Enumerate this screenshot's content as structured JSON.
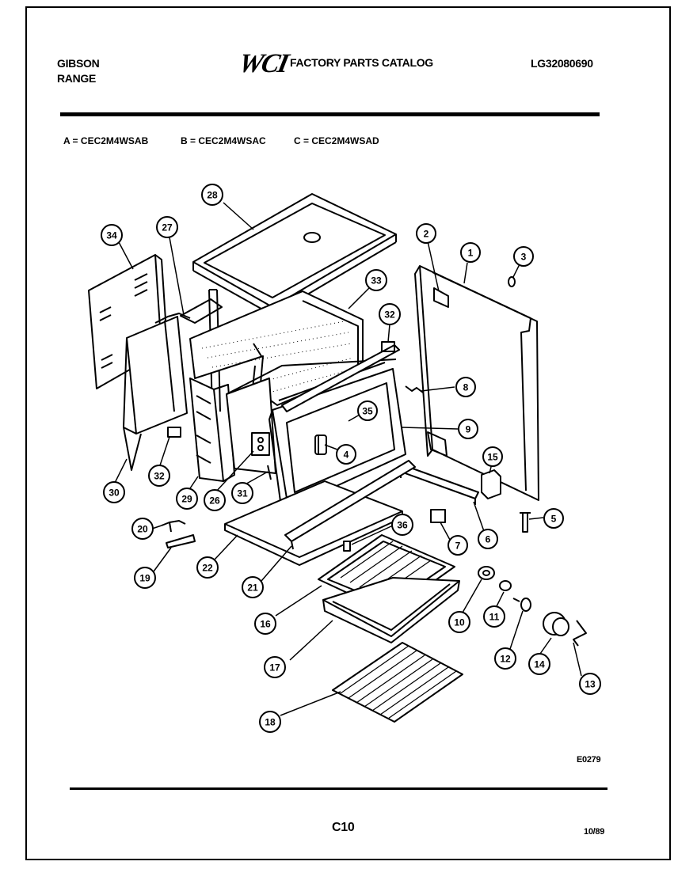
{
  "header": {
    "brand_line1": "GIBSON",
    "brand_line2": "RANGE",
    "logo": "WCI",
    "title": "FACTORY PARTS CATALOG",
    "catalog_code": "LG32080690"
  },
  "models": [
    {
      "label": "A = CEC2M4WSAB"
    },
    {
      "label": "B = CEC2M4WSAC"
    },
    {
      "label": "C = CEC2M4WSAD"
    }
  ],
  "callouts": [
    {
      "number": "28"
    },
    {
      "number": "34"
    },
    {
      "number": "27"
    },
    {
      "number": "33"
    },
    {
      "number": "32"
    },
    {
      "number": "2"
    },
    {
      "number": "1"
    },
    {
      "number": "3"
    },
    {
      "number": "8"
    },
    {
      "number": "35"
    },
    {
      "number": "9"
    },
    {
      "number": "4"
    },
    {
      "number": "15"
    },
    {
      "number": "30"
    },
    {
      "number": "32"
    },
    {
      "number": "29"
    },
    {
      "number": "26"
    },
    {
      "number": "31"
    },
    {
      "number": "20"
    },
    {
      "number": "5"
    },
    {
      "number": "36"
    },
    {
      "number": "7"
    },
    {
      "number": "6"
    },
    {
      "number": "19"
    },
    {
      "number": "22"
    },
    {
      "number": "21"
    },
    {
      "number": "16"
    },
    {
      "number": "10"
    },
    {
      "number": "11"
    },
    {
      "number": "17"
    },
    {
      "number": "12"
    },
    {
      "number": "14"
    },
    {
      "number": "13"
    },
    {
      "number": "18"
    }
  ],
  "footer": {
    "drawing_id": "E0279",
    "page_number": "C10",
    "revision_date": "10/89"
  },
  "colors": {
    "ink": "#000000",
    "paper": "#ffffff"
  }
}
